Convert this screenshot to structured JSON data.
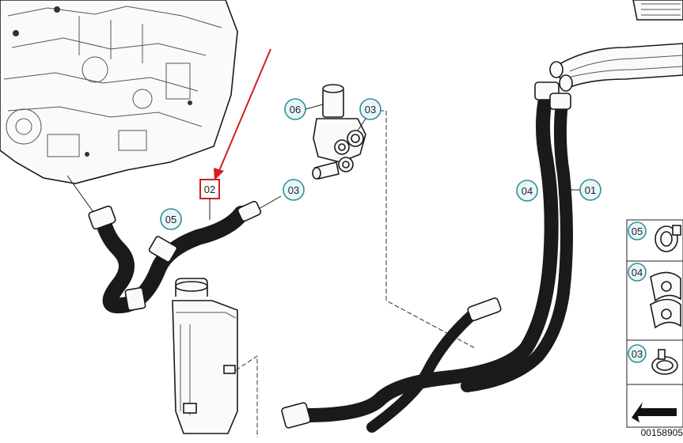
{
  "callouts": {
    "c01": "01",
    "c02": "02",
    "c03a": "03",
    "c03b": "03",
    "c04": "04",
    "c05": "05",
    "c06": "06"
  },
  "legend": {
    "items": [
      {
        "label": "05",
        "icon": "hose-clamp-icon"
      },
      {
        "label": "04",
        "icon": "pipe-holder-icon"
      },
      {
        "label": "03",
        "icon": "spring-clip-icon"
      }
    ],
    "arrow_icon": "arrow-icon"
  },
  "part_number": "00158905",
  "colors": {
    "highlight_red": "#d11f1f",
    "callout_teal": "#2e8f9a",
    "line": "#1a1a1a"
  }
}
